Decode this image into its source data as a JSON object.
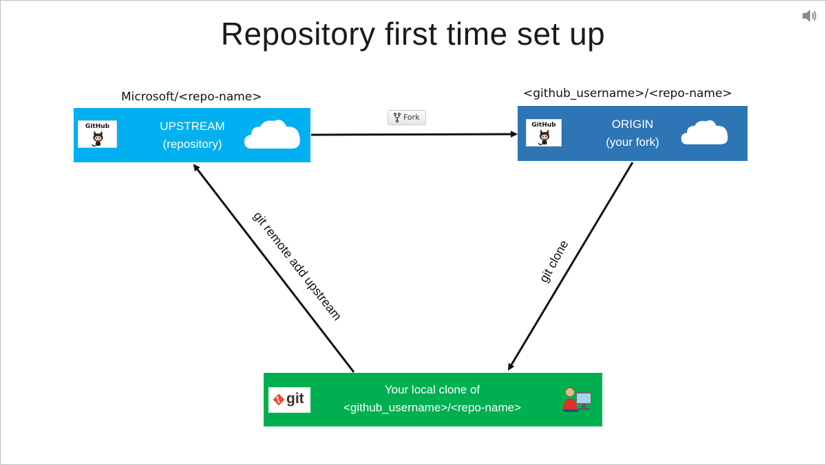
{
  "slide": {
    "title": "Repository first time set up"
  },
  "upstream": {
    "caption": "Microsoft/<repo-name>",
    "line1": "UPSTREAM",
    "line2": "(repository)",
    "logo_text": "GitHub",
    "color": "#00B0F0"
  },
  "origin": {
    "caption": "<github_username>/<repo-name>",
    "line1": "ORIGIN",
    "line2": "(your fork)",
    "logo_text": "GitHub",
    "color": "#2E75B6"
  },
  "local": {
    "line1": "Your local clone of",
    "line2": "<github_username>/<repo-name>",
    "logo_text": "git",
    "color": "#00B050"
  },
  "edges": {
    "fork_label": "Fork",
    "clone_label": "git clone",
    "remote_label": "git remote add upstream"
  }
}
